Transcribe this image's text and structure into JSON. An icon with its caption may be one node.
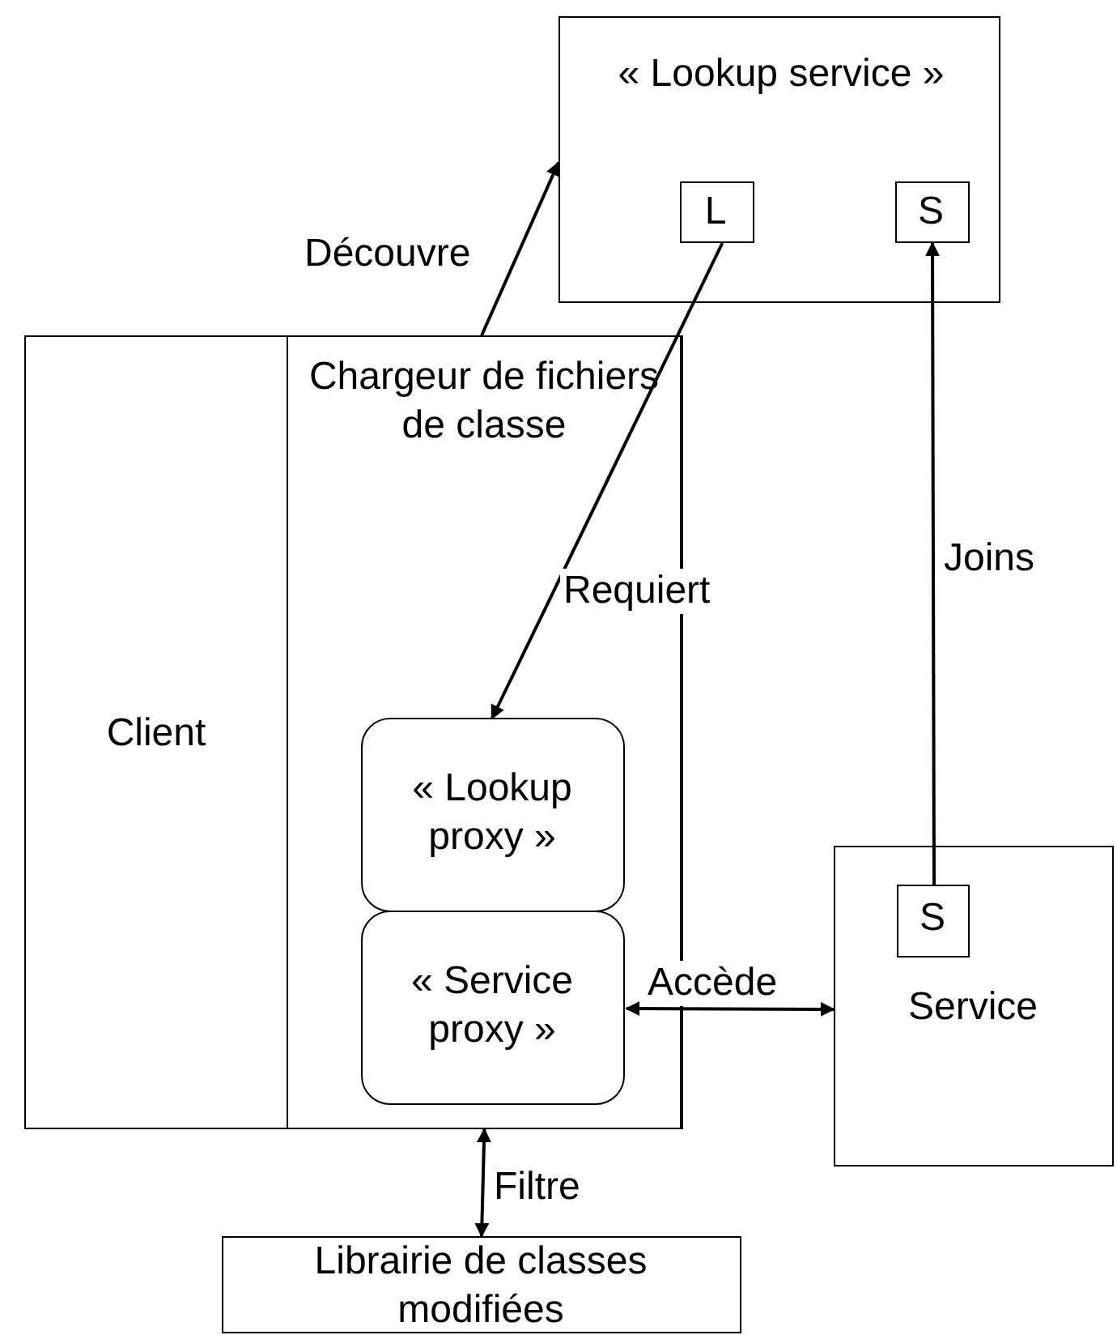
{
  "diagram": {
    "nodes": [
      {
        "text": [
          "« Lookup service »"
        ]
      },
      {
        "text": [
          "L"
        ],
        "in": 0
      },
      {
        "text": [
          "S"
        ],
        "in": 0
      },
      {
        "text": [
          "Client"
        ]
      },
      {
        "text": [
          "Chargeur de fichiers de classe"
        ],
        "in": 3
      },
      {
        "text": [
          "« Lookup proxy »"
        ],
        "in": 4
      },
      {
        "text": [
          "« Service proxy »"
        ],
        "in": 4
      },
      {
        "text": [
          "Service"
        ]
      },
      {
        "text": [
          "S"
        ],
        "in": 7
      },
      {
        "text": [
          "Librairie de classes modifiées"
        ]
      }
    ],
    "edges": [
      {
        "from": 4,
        "to": 0,
        "arrow": "to",
        "label": "Découvre"
      },
      {
        "from": 1,
        "to": 5,
        "arrow": "to",
        "label": "Requiert"
      },
      {
        "from": 8,
        "to": 2,
        "arrow": "to",
        "label": "Joins"
      },
      {
        "from": 6,
        "to": 7,
        "arrow": "both",
        "label": "Accède"
      },
      {
        "from": 3,
        "to": 9,
        "arrow": "both",
        "label": "Filtre"
      }
    ]
  }
}
